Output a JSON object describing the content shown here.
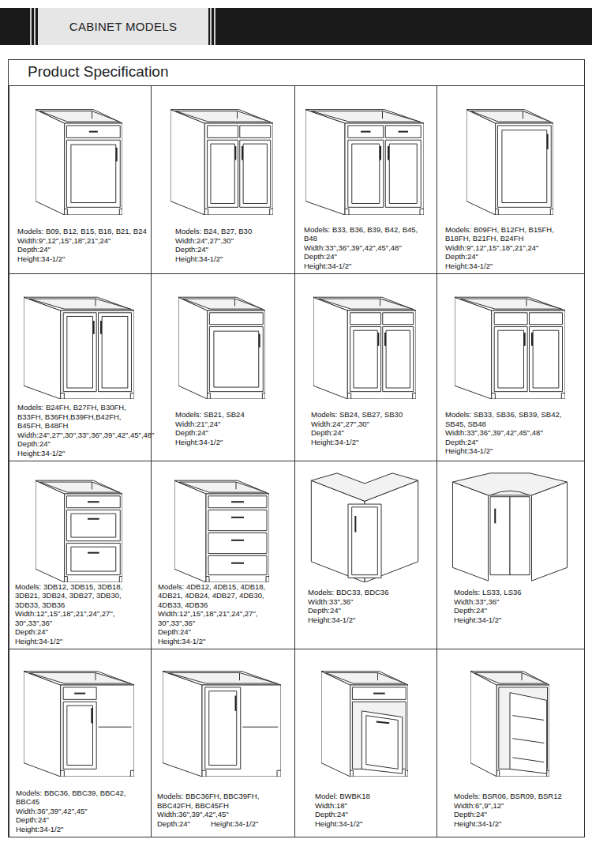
{
  "diagram": {
    "title": "CABINET MODELS",
    "nodes": [
      {
        "text": [
          "Product Specification"
        ]
      },
      {
        "text": [
          "Models: B09, B12, B15, B18, B21, B24",
          "Width:9\",12\",15\",18\",21\",24\"",
          "Depth:24\"",
          "Height:34-1/2\""
        ],
        "in": 0
      },
      {
        "text": [
          "Models: B24, B27, B30",
          "Width:24\",27\",30\"",
          "Depth:24\"",
          "Height:34-1/2\""
        ],
        "in": 0
      },
      {
        "text": [
          "Models: B33, B36, B39, B42, B45, B48",
          "Width:33\",36\",39\",42\",45\",48\"",
          "Depth:24\"",
          "Height:34-1/2\""
        ],
        "in": 0
      },
      {
        "text": [
          "Models: B09FH, B12FH, B15FH, B18FH, B21FH, B24FH",
          "Width:9\",12\",15\",18\",21\",24\"",
          "Depth:24\"",
          "Height:34-1/2\""
        ],
        "in": 0
      },
      {
        "text": [
          "Models: B24FH, B27FH, B30FH, B33FH, B36FH,B39FH,B42FH, B45FH, B48FH",
          "Width:24\",27\",30\",33\",36\",39\",42\",45\",48\"",
          "Depth:24\"",
          "Height:34-1/2\""
        ],
        "in": 0
      },
      {
        "text": [
          "Models: SB21, SB24",
          "Width:21\",24\"",
          "Depth:24\"",
          "Height:34-1/2\""
        ],
        "in": 0
      },
      {
        "text": [
          "Models: SB24, SB27, SB30",
          "Width:24\",27\",30\"",
          "Depth:24\"",
          "Height:34-1/2\""
        ],
        "in": 0
      },
      {
        "text": [
          "Models: SB33, SB36, SB39, SB42, SB45, SB48",
          "Width:33\",36\",39\",42\",45\",48\"",
          "Depth:24\"",
          "Height:34-1/2\""
        ],
        "in": 0
      },
      {
        "text": [
          "Models: 3DB12, 3DB15, 3DB18, 3DB21, 3DB24, 3DB27, 3DB30, 3DB33, 3DB36",
          "Width:12\",15\",18\",21\",24\",27\", 30\",33\",36\"",
          "Depth:24\"",
          "Height:34-1/2\""
        ],
        "in": 0
      },
      {
        "text": [
          "Models: 4DB12, 4DB15, 4DB18, 4DB21, 4DB24, 4DB27, 4DB30, 4DB33, 4DB36",
          "Width:12\",15\",18\",21\",24\",27\", 30\",33\",36\"",
          "Depth:24\"",
          "Height:34-1/2\""
        ],
        "in": 0
      },
      {
        "text": [
          "Models: BDC33, BDC36",
          "Width:33\",36\"",
          "Depth:24\"",
          "Height:34-1/2\""
        ],
        "in": 0
      },
      {
        "text": [
          "Models: LS33, LS36",
          "Width:33\",36\"",
          "Depth:24\"",
          "Height:34-1/2\""
        ],
        "in": 0
      },
      {
        "text": [
          "Models: BBC36, BBC39, BBC42, BBC45",
          "Width:36\",39\",42\",45\"",
          "Depth:24\"",
          "Height:34-1/2\""
        ],
        "in": 0
      },
      {
        "text": [
          "Models: BBC36FH, BBC39FH, BBC42FH, BBC45FH",
          "Width:36\",39\",42\",45\"",
          "Depth:24\"",
          "Height:34-1/2\""
        ],
        "in": 0
      },
      {
        "text": [
          "Model: BWBK18",
          "Width:18\"",
          "Depth:24\"",
          "Height:34-1/2\""
        ],
        "in": 0
      },
      {
        "text": [
          "Models: BSR06, BSR09, BSR12",
          "Width:6\",9\",12\"",
          "Depth:24\"",
          "Height:34-1/2\""
        ],
        "in": 0
      }
    ]
  }
}
